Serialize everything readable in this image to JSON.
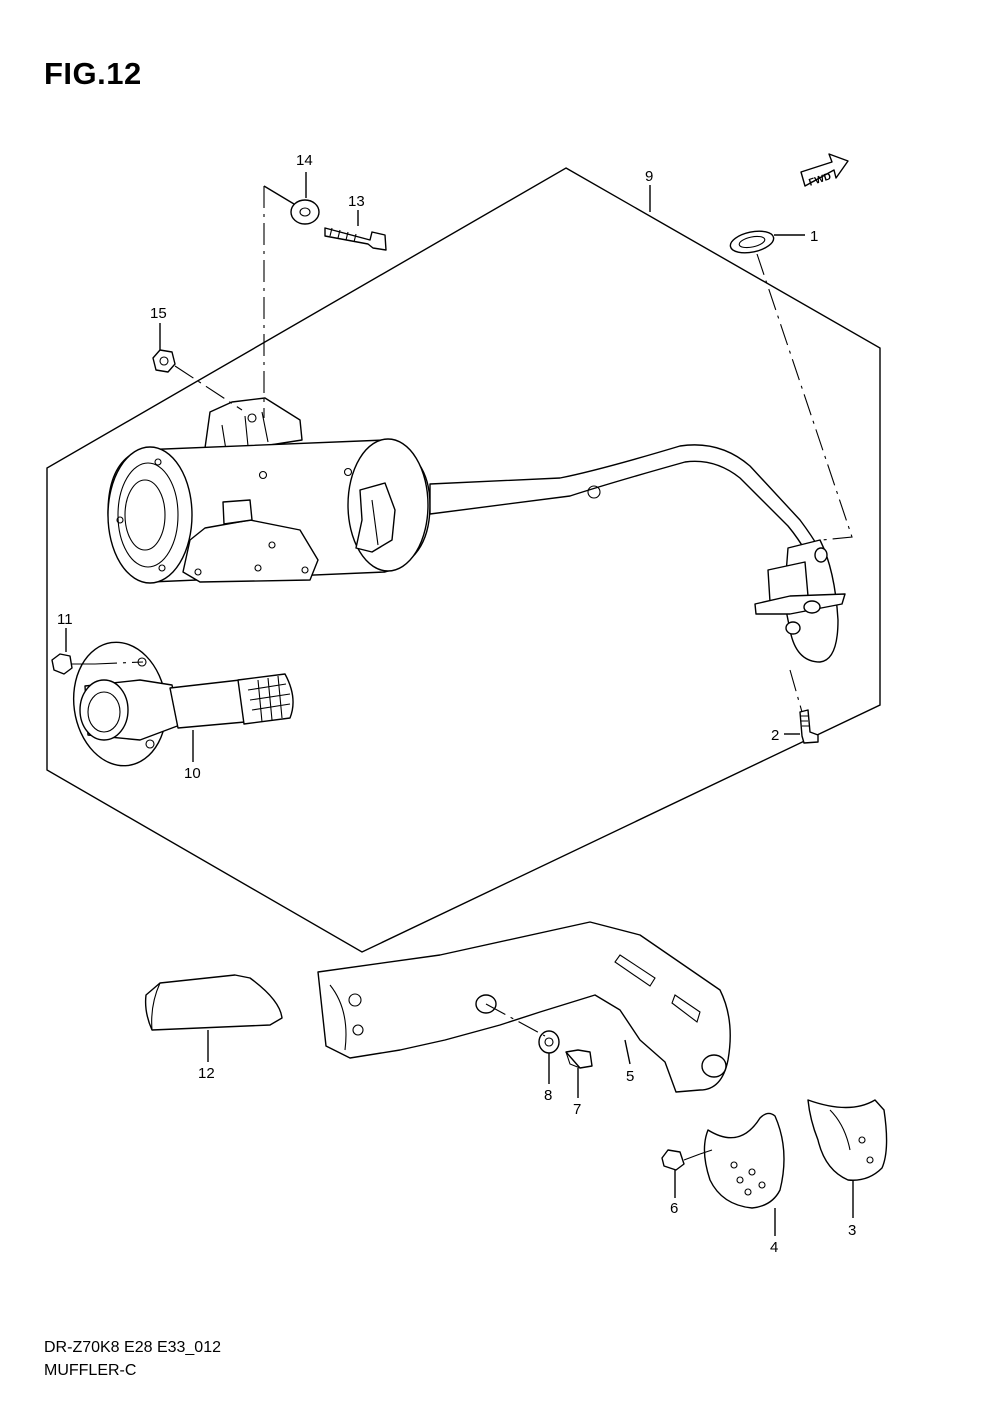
{
  "figure": {
    "title": "FIG.12",
    "code": "DR-Z70K8 E28 E33_012",
    "name": "MUFFLER-C",
    "fwd_label": "FWD"
  },
  "callouts": [
    "1",
    "2",
    "3",
    "4",
    "5",
    "6",
    "7",
    "8",
    "9",
    "10",
    "11",
    "12",
    "13",
    "14",
    "15"
  ]
}
